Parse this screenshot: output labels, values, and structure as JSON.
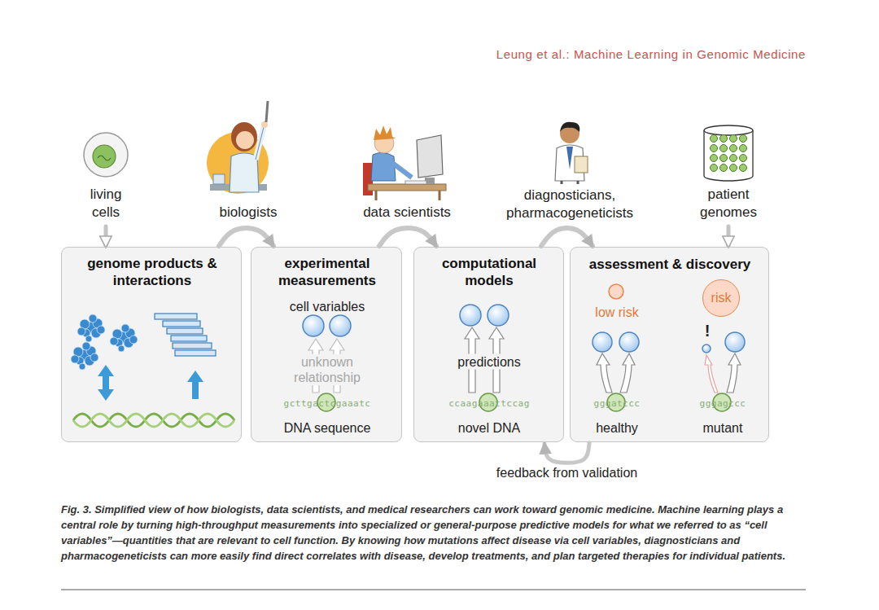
{
  "diagram": {
    "caption": "Fig. 3. Simplified view of how biologists, data scientists, and medical researchers can work toward genomic medicine. Machine learning plays a central role by turning high-throughput measurements into specialized or general-purpose predictive models for what we referred to as “cell variables”—quantities that are relevant to cell function. By knowing how mutations affect disease via cell variables, diagnosticians and pharmacogeneticists can more easily find direct correlates with disease, develop treatments, and plan targeted therapies for individual patients.",
    "nodes": [
      {
        "text": [
          "living cells"
        ]
      },
      {
        "text": [
          "patient genomes"
        ]
      },
      {
        "text": [
          "genome products & interactions"
        ]
      },
      {
        "text": [
          "experimental measurements",
          "cell variables",
          "unknown relationship",
          "gcttgactcgaaatc",
          "DNA sequence"
        ]
      },
      {
        "text": [
          "computational models",
          "predictions",
          "ccaagaaattccag",
          "novel DNA"
        ]
      },
      {
        "text": [
          "assessment & discovery",
          "low risk",
          "!",
          "gggatccc",
          "healthy",
          "gggagccc",
          "mutant"
        ]
      },
      {
        "text": [
          "risk"
        ],
        "in": 5
      }
    ],
    "edges": [
      {
        "from": 0,
        "to": 2,
        "arrow": "to"
      },
      {
        "from": 2,
        "to": 3,
        "arrow": "to"
      },
      {
        "from": 3,
        "to": 4,
        "arrow": "to"
      },
      {
        "from": 4,
        "to": 5,
        "arrow": "to"
      },
      {
        "from": 1,
        "to": 5,
        "arrow": "to"
      },
      {
        "from": 5,
        "to": 4,
        "label": "feedback from validation",
        "arrow": "to"
      }
    ],
    "labels": [
      "Leung et al.: Machine Learning in Genomic Medicine",
      "biologists",
      "data scientists",
      "diagnosticians, pharmacogeneticists"
    ]
  }
}
